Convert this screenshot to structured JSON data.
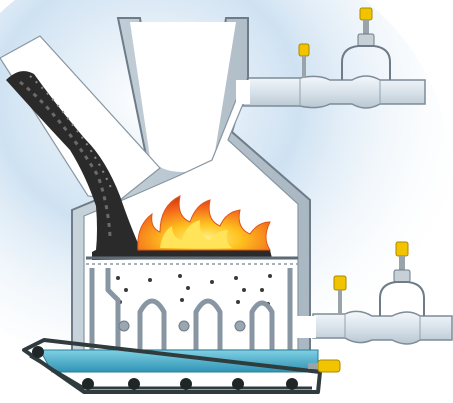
{
  "diagram": {
    "colors": {
      "background_glow": "#9cc2e4",
      "vessel_wall": "#b9c6d0",
      "vessel_outline": "#6d7c88",
      "vessel_interior": "#ffffff",
      "pipe_fill": "#e7eef4",
      "pipe_outline": "#7d8c98",
      "coal": "#2b2a2a",
      "flame_outer": "#f26a1b",
      "flame_inner": "#ffd23a",
      "water": "#3aa8c6",
      "conveyor_belt": "#2f3b3d",
      "sensor_yellow": "#f2c400",
      "sensor_body": "#9aa3aa"
    },
    "icons": {
      "sensor": "level-sensor-icon",
      "flame": "flame-icon",
      "coal": "coal-stream-icon"
    },
    "components": [
      "coal-chute",
      "combustion-chamber",
      "flue-gas-outlet-upper",
      "flue-gas-outlet-lower",
      "ash-grate",
      "water-basin",
      "ash-conveyor"
    ]
  }
}
